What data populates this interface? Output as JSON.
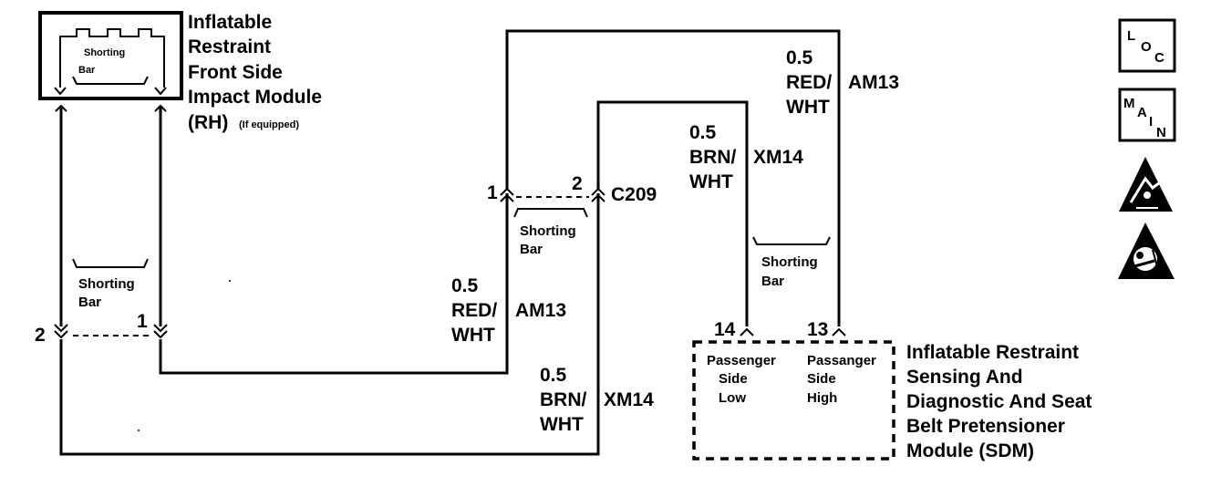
{
  "module_rh": {
    "title_lines": [
      "Inflatable",
      "Restraint",
      "Front Side",
      "Impact Module"
    ],
    "title_rh": "(RH)",
    "title_note": "(If equipped)",
    "shorting_bar": [
      "Shorting",
      "Bar"
    ]
  },
  "left_connector": {
    "shorting_bar": [
      "Shorting",
      "Bar"
    ],
    "pin_left": "2",
    "pin_right": "1"
  },
  "c209": {
    "name": "C209",
    "pin_left": "1",
    "pin_right": "2",
    "shorting_bar": [
      "Shorting",
      "Bar"
    ]
  },
  "wire_red_lower": {
    "gauge": "0.5",
    "color_lines": [
      "RED/",
      "WHT"
    ],
    "circuit": "AM13"
  },
  "wire_brn_lower": {
    "gauge": "0.5",
    "color_lines": [
      "BRN/",
      "WHT"
    ],
    "circuit": "XM14"
  },
  "wire_brn_upper": {
    "gauge": "0.5",
    "color_lines": [
      "BRN/",
      "WHT"
    ],
    "circuit": "XM14"
  },
  "wire_red_upper": {
    "gauge": "0.5",
    "color_lines": [
      "RED/",
      "WHT"
    ],
    "circuit": "AM13"
  },
  "sdm": {
    "shorting_bar": [
      "Shorting",
      "Bar"
    ],
    "pin_low": "14",
    "pin_high": "13",
    "low_label": [
      "Passenger",
      "Side",
      "Low"
    ],
    "high_label": [
      "Passanger",
      "Side",
      "High"
    ],
    "title_lines": [
      "Inflatable Restraint",
      "Sensing And",
      "Diagnostic And Seat",
      "Belt Pretensioner",
      "Module (SDM)"
    ]
  },
  "icons": {
    "loc": {
      "letters": [
        "L",
        "O",
        "C"
      ]
    },
    "main": {
      "letters": [
        "M",
        "A",
        "I",
        "N"
      ]
    },
    "esd": "esd-warning-icon",
    "airbag": "airbag-warning-icon"
  }
}
